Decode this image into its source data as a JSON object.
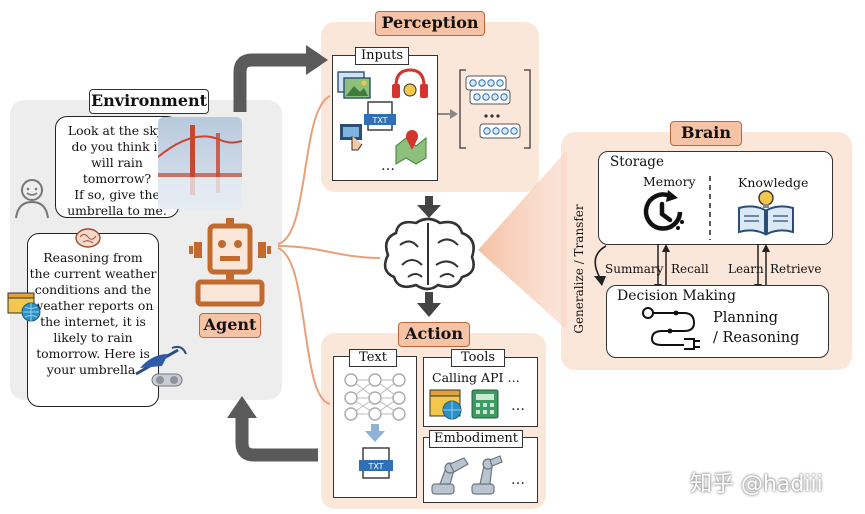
{
  "environment": {
    "title": "Environment",
    "human_bubble": [
      "Look at the sky,",
      "do you think it",
      "will rain tomorrow?",
      "If so, give the",
      "umbrella to me."
    ],
    "agent_bubble": [
      "Reasoning from",
      "the current weather",
      "conditions and the",
      "weather reports on",
      "the internet, it is",
      "likely to rain",
      "tomorrow. Here is",
      "your umbrella."
    ]
  },
  "agent": {
    "label": "Agent"
  },
  "perception": {
    "title": "Perception",
    "inputs_label": "Inputs",
    "ellipsis": "…",
    "txt": "TXT"
  },
  "action": {
    "title": "Action",
    "text_label": "Text",
    "tools_label": "Tools",
    "calling_api": "Calling API …",
    "embodiment_label": "Embodiment",
    "ellipsis": "…",
    "txt": "TXT"
  },
  "brain": {
    "title": "Brain",
    "storage": "Storage",
    "memory": "Memory",
    "knowledge": "Knowledge",
    "summary": "Summary",
    "recall": "Recall",
    "learn": "Learn",
    "retrieve": "Retrieve",
    "generalize": "Generalize / Transfer",
    "decision": "Decision Making",
    "planning": "Planning",
    "reasoning": "/ Reasoning"
  },
  "watermark": "知乎 @hadiii",
  "colors": {
    "peach_panel": "#fbe6da",
    "gray_panel": "#ececec",
    "accent": "#c0653b",
    "agent_orange": "#c26a2e",
    "arrow_dark": "#555555"
  }
}
